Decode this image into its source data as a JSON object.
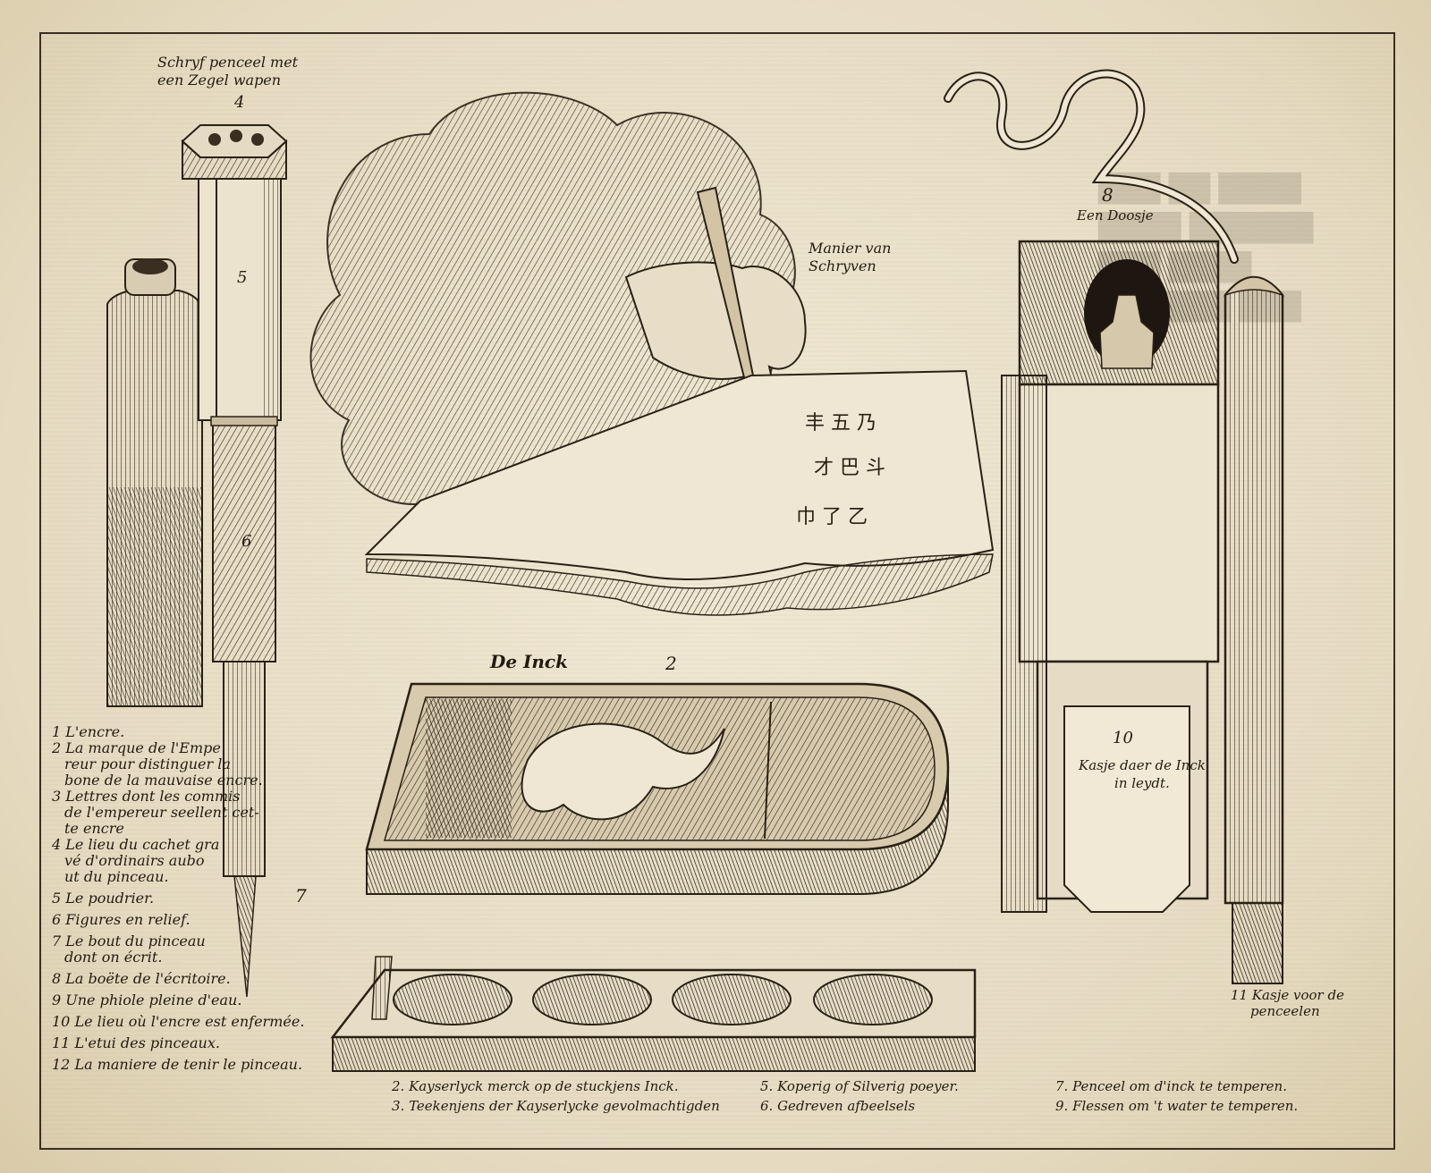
{
  "captions": {
    "brush_line1": "Schryf penceel met",
    "brush_line2": "een Zegel wapen",
    "manner_line1": "Manier van",
    "manner_line2": "Schryven",
    "ink": "De Inck",
    "box": "Een Doosje",
    "case_line1": "Kasje daer de Inck",
    "case_line2": "in leydt.",
    "brush_case_line1": "11 Kasje voor de",
    "brush_case_line2": "penceelen"
  },
  "numbers": {
    "n2": "2",
    "n4": "4",
    "n5": "5",
    "n6": "6",
    "n7": "7",
    "n8": "8",
    "n10": "10"
  },
  "legend_fr": [
    "1 L'encre.",
    "2 La marque de l'Empe",
    "reur pour distinguer la",
    "bone de la mauvaise encre.",
    "3 Lettres dont les commis",
    "de l'empereur seellent cet-",
    "te encre",
    "4 Le lieu du cachet gra",
    "vé d'ordinairs aubo",
    "ut du pinceau.",
    "5 Le poudrier.",
    "6 Figures en relief.",
    "7 Le bout du pinceau",
    "dont on écrit.",
    "8 La boëte de l'écritoire.",
    "9 Une phiole pleine d'eau.",
    "10 Le lieu où l'encre est enfermée.",
    "11 L'etui des pinceaux.",
    "12 La maniere de tenir le pinceau."
  ],
  "legend_nl": [
    "2. Kayserlyck merck op de stuckjens Inck.",
    "3. Teekenjens der Kayserlycke gevolmachtigden",
    "5. Koperig of Silverig poeyer.",
    "6. Gedreven afbeelsels",
    "7. Penceel om d'inck te temperen.",
    "9. Flessen om 't water te temperen."
  ]
}
